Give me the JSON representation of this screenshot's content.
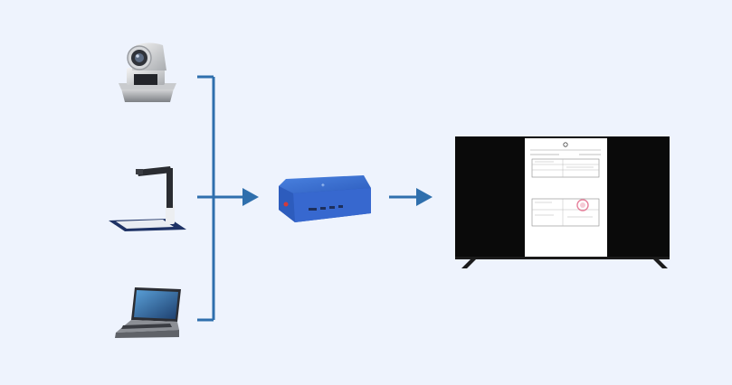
{
  "colors": {
    "background": "#eef3fd",
    "connector": "#2f6fad",
    "device_body": "#3b6fd0",
    "screen": "#0a0a0a",
    "stamp": "#e26a8a"
  },
  "diagram": {
    "sources": [
      {
        "name": "ptz-camera",
        "icon": "ptz-camera-icon"
      },
      {
        "name": "document-camera",
        "icon": "document-camera-icon"
      },
      {
        "name": "laptop",
        "icon": "laptop-icon"
      }
    ],
    "hub": {
      "name": "mini-pc-box",
      "icon": "mini-pc-icon"
    },
    "output": {
      "name": "display-tv",
      "icon": "tv-icon"
    },
    "connections": [
      {
        "from": "sources",
        "to": "hub"
      },
      {
        "from": "hub",
        "to": "output"
      }
    ]
  }
}
